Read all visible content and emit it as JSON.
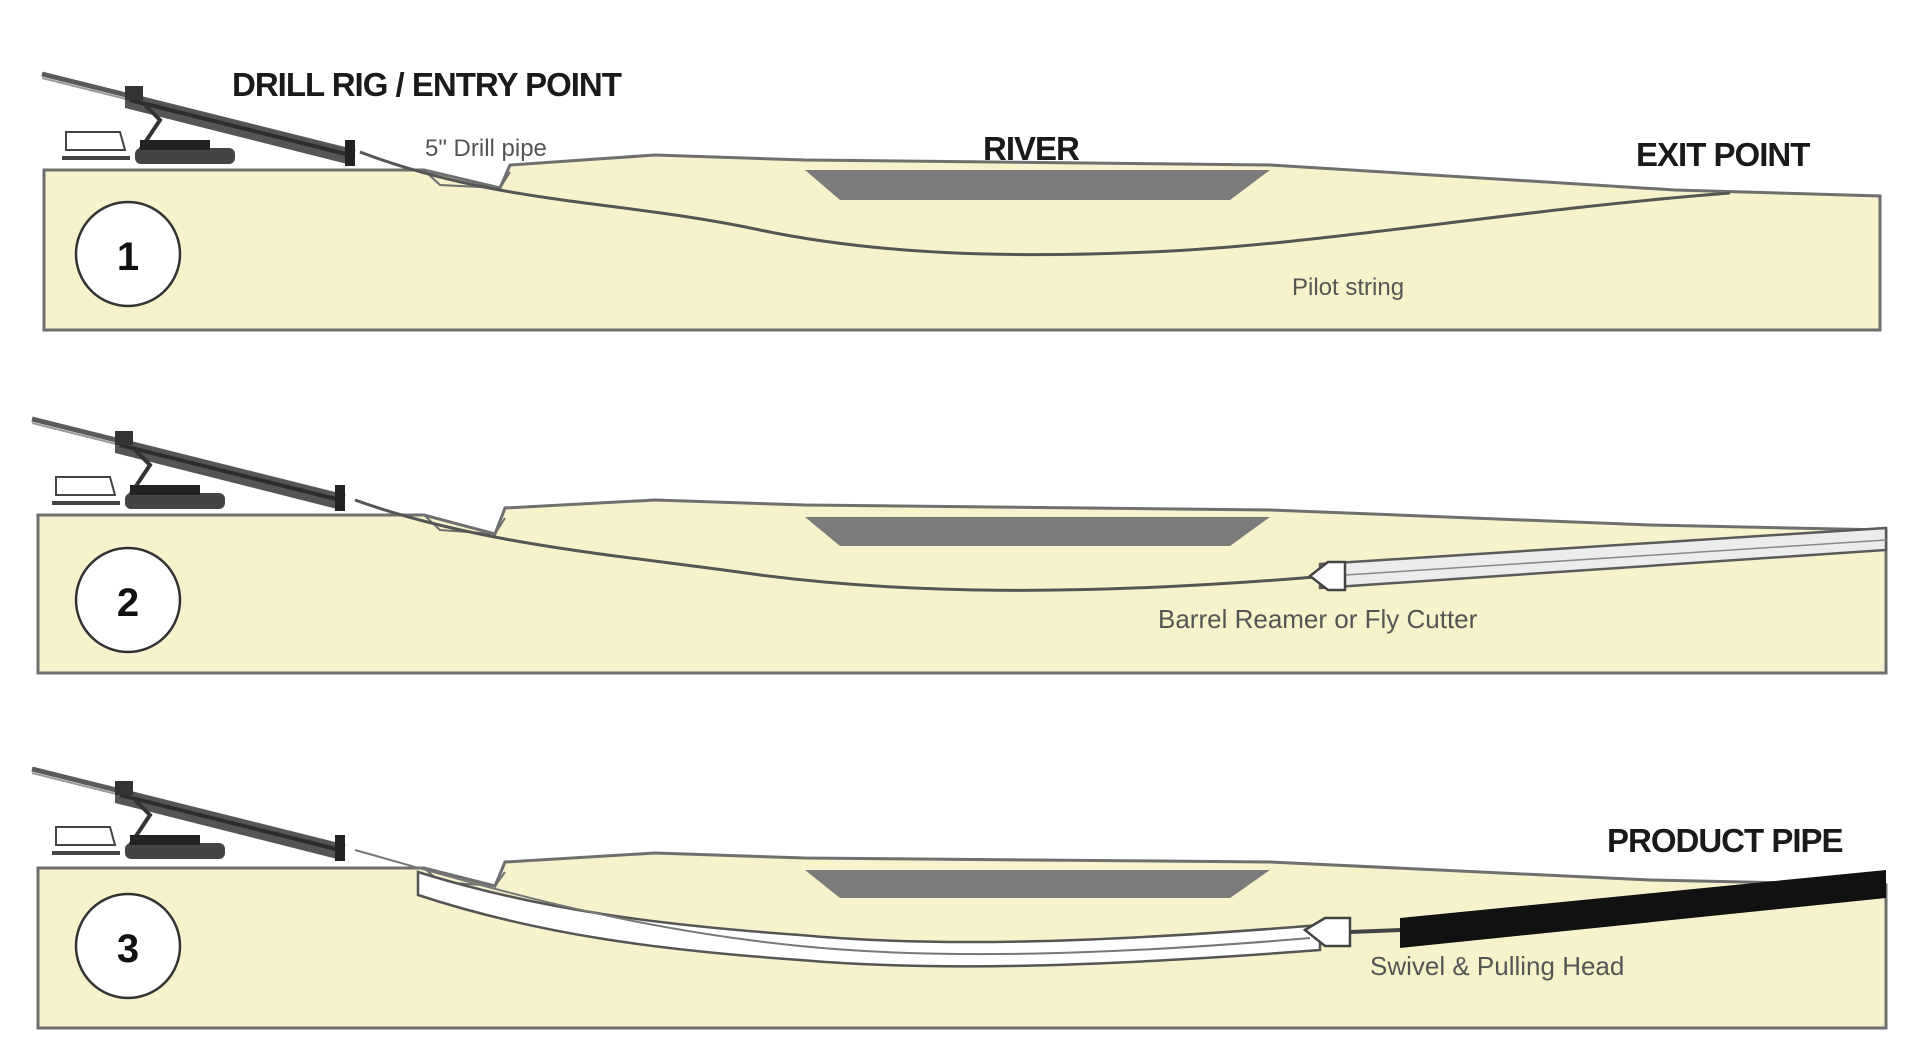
{
  "labels": {
    "entry": "DRILL RIG / ENTRY POINT",
    "drill_pipe": "5\" Drill pipe",
    "river": "RIVER",
    "exit": "EXIT POINT",
    "pilot": "Pilot string",
    "reamer": "Barrel Reamer or Fly Cutter",
    "product": "PRODUCT PIPE",
    "swivel": "Swivel & Pulling Head"
  },
  "stages": [
    {
      "number": "1"
    },
    {
      "number": "2"
    },
    {
      "number": "3"
    }
  ],
  "colors": {
    "ground": "#f6f3cc",
    "outline": "#6f6f6f",
    "river": "#7b7b7b",
    "product_pipe": "#111111",
    "reamer_pipe": "#ececec"
  }
}
